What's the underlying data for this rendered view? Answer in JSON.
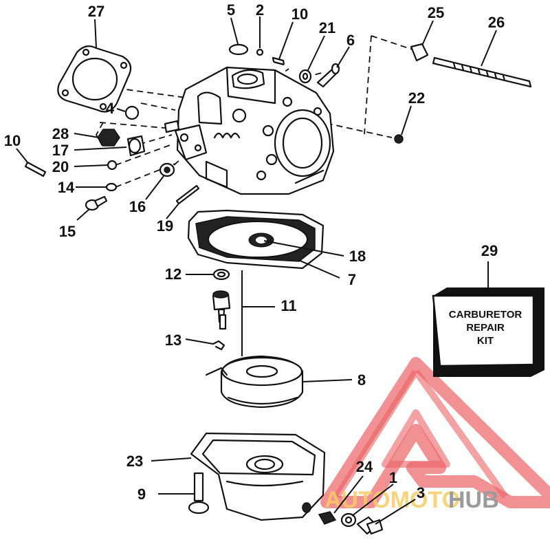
{
  "labels": {
    "p1": "1",
    "p2": "2",
    "p3": "3",
    "p4": "4",
    "p5": "5",
    "p6": "6",
    "p7": "7",
    "p8": "8",
    "p9": "9",
    "p10a": "10",
    "p10b": "10",
    "p11": "11",
    "p12": "12",
    "p13": "13",
    "p14": "14",
    "p15": "15",
    "p16": "16",
    "p17": "17",
    "p18": "18",
    "p19": "19",
    "p20": "20",
    "p21": "21",
    "p22": "22",
    "p23": "23",
    "p24": "24",
    "p25": "25",
    "p26": "26",
    "p27": "27",
    "p28": "28",
    "p29": "29"
  },
  "repair_kit": {
    "line1": "CARBURETOR",
    "line2": "REPAIR",
    "line3": "KIT"
  },
  "watermark": {
    "text_part1": "AUTOMOTO",
    "text_part2": "HUB",
    "color_triangle": "#e8474b",
    "color_text1": "#f5c24a",
    "color_text2": "#8a8a8a"
  }
}
